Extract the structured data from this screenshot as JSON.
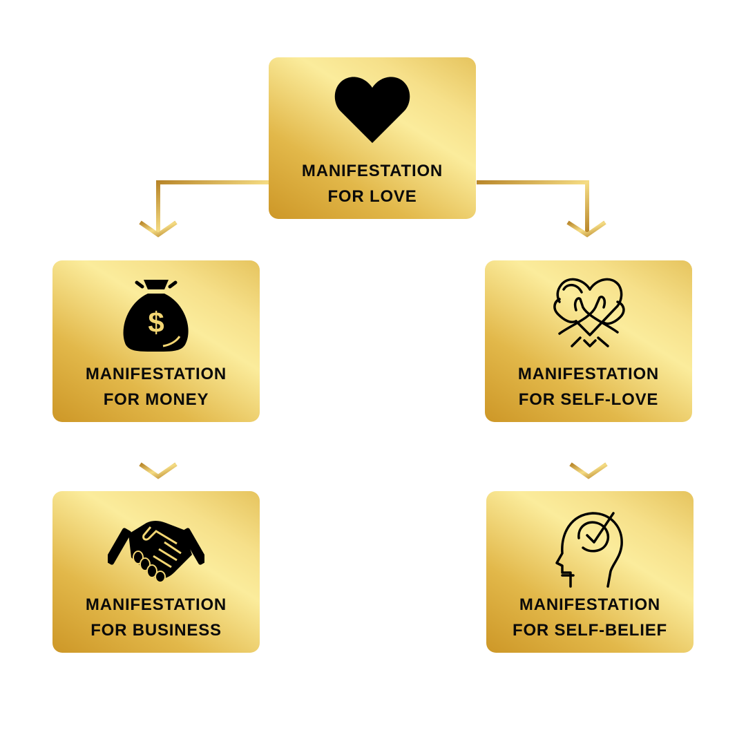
{
  "nodes": {
    "love": {
      "line1": "MANIFESTATION",
      "line2": "FOR LOVE",
      "icon": "heart-icon"
    },
    "money": {
      "line1": "MANIFESTATION",
      "line2": "FOR MONEY",
      "icon": "money-bag-icon"
    },
    "business": {
      "line1": "MANIFESTATION",
      "line2": "FOR BUSINESS",
      "icon": "handshake-icon"
    },
    "self_love": {
      "line1": "MANIFESTATION",
      "line2": "FOR SELF-LOVE",
      "icon": "hugging-heart-icon"
    },
    "self_belief": {
      "line1": "MANIFESTATION",
      "line2": "FOR SELF-BELIEF",
      "icon": "head-checkmark-icon"
    }
  },
  "edges": [
    {
      "from": "love",
      "to": "money"
    },
    {
      "from": "love",
      "to": "self_love"
    },
    {
      "from": "money",
      "to": "business"
    },
    {
      "from": "self_love",
      "to": "self_belief"
    }
  ],
  "colors": {
    "gold_dark": "#cd9727",
    "gold_light": "#fbec9c",
    "text": "#0a0a0a"
  }
}
